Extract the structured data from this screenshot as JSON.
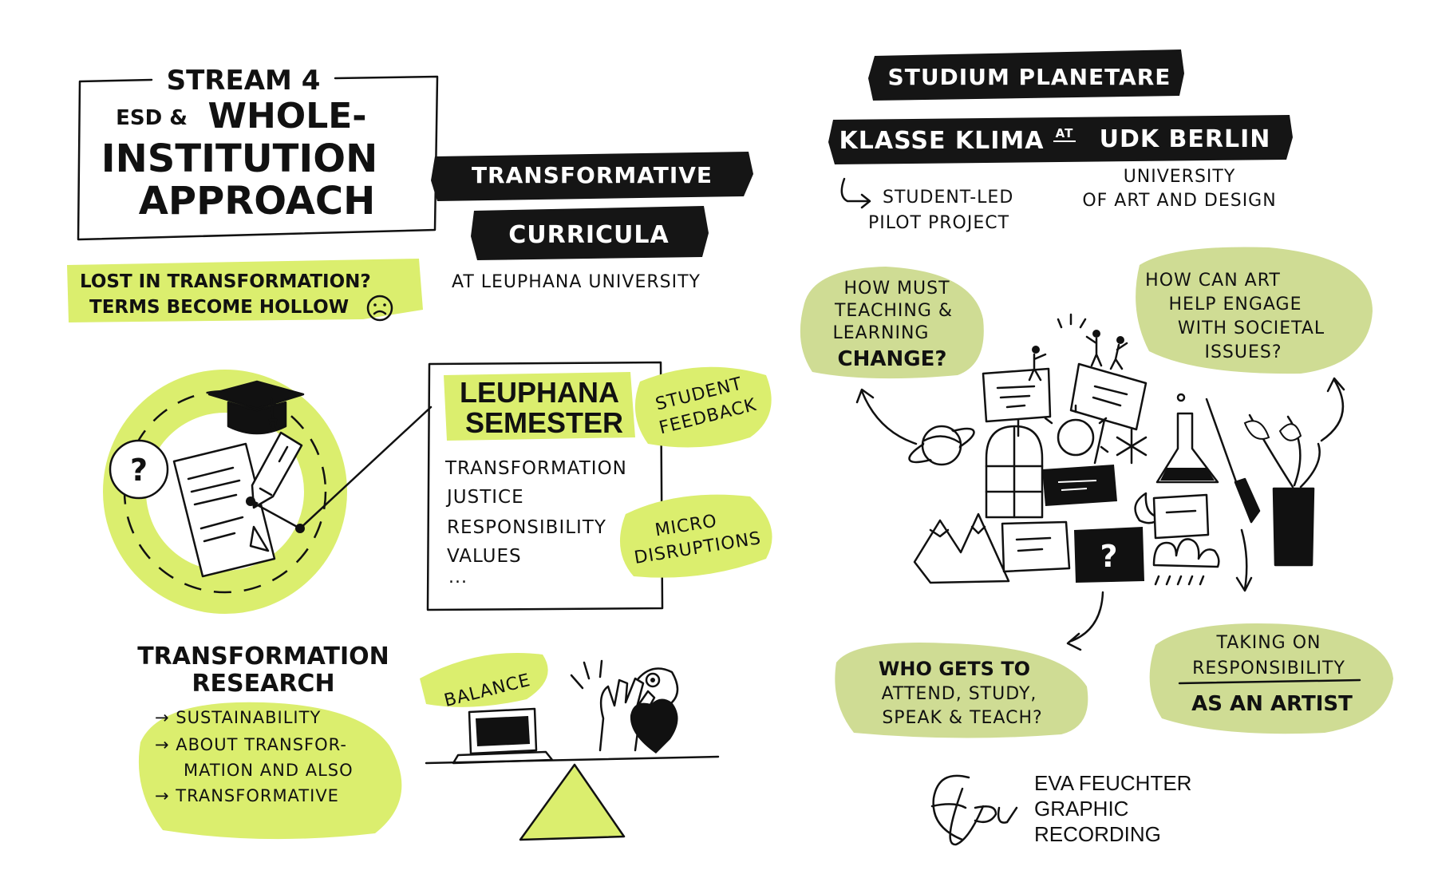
{
  "colors": {
    "ink": "#111111",
    "lime": "#dbee6e",
    "sage": "#cfdc94",
    "paper": "#ffffff"
  },
  "left": {
    "stream_label": "STREAM 4",
    "title": [
      "ESD &",
      "WHOLE-",
      "INSTITUTION",
      "APPROACH"
    ],
    "lost": [
      "LOST IN TRANSFORMATION?",
      "TERMS BECOME HOLLOW"
    ],
    "transformative_curricula": [
      "TRANSFORMATIVE",
      "CURRICULA"
    ],
    "at_leuphana": "AT LEUPHANA UNIVERSITY",
    "leuphana_semester": [
      "LEUPHANA",
      "SEMESTER"
    ],
    "student_feedback": [
      "STUDENT",
      "FEEDBACK"
    ],
    "semester_topics": [
      "TRANSFORMATION",
      "JUSTICE",
      "RESPONSIBILITY",
      "VALUES",
      "..."
    ],
    "micro_disruptions": [
      "MICRO",
      "DISRUPTIONS"
    ],
    "research_title": [
      "TRANSFORMATION",
      "RESEARCH"
    ],
    "research_items": [
      "→ SUSTAINABILITY",
      "→ ABOUT TRANSFOR-",
      "MATION AND ALSO",
      "→ TRANSFORMATIVE"
    ],
    "balance": "BALANCE",
    "question_mark": "?",
    "icons": [
      "graduation-cap-icon",
      "document-icon",
      "pencil-icon",
      "laptop-icon",
      "heart-icon",
      "hand-icon"
    ]
  },
  "right": {
    "studium": "STUDIUM PLANETARE",
    "klasse": "KLASSE KLIMA",
    "at": "AT",
    "udk": "UDK BERLIN",
    "student_led": [
      "STUDENT-LED",
      "PILOT PROJECT"
    ],
    "udk_full": [
      "UNIVERSITY",
      "OF ART AND DESIGN"
    ],
    "q_teaching": [
      "HOW MUST",
      "TEACHING &",
      "LEARNING",
      "CHANGE?"
    ],
    "q_art": [
      "HOW CAN ART",
      "HELP ENGAGE",
      "WITH SOCIETAL",
      "ISSUES?"
    ],
    "q_who": [
      "WHO GETS TO",
      "ATTEND, STUDY,",
      "SPEAK & TEACH?"
    ],
    "q_responsibility": [
      "TAKING ON",
      "RESPONSIBILITY",
      "AS AN ARTIST"
    ],
    "question_mark": "?",
    "icons": [
      "planet-icon",
      "window-icon",
      "sun-icon",
      "flask-icon",
      "brush-icon",
      "vase-icon",
      "mountains-icon",
      "protest-sign-icon",
      "moon-icon"
    ]
  },
  "credit": {
    "signature": "Efeu",
    "lines": [
      "EVA FEUCHTER",
      "GRAPHIC",
      "RECORDING"
    ]
  }
}
